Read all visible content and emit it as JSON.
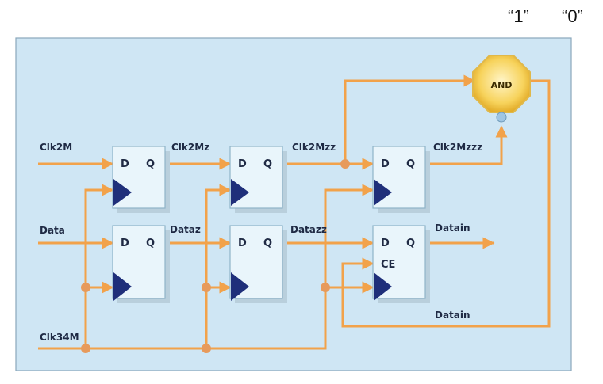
{
  "top_labels": {
    "one": "“1”",
    "zero": "“0”"
  },
  "and_gate": {
    "label": "AND"
  },
  "signals": {
    "clk2m": "Clk2M",
    "clk2mz": "Clk2Mz",
    "clk2mzz": "Clk2Mzz",
    "clk2mzzz": "Clk2Mzzz",
    "data": "Data",
    "dataz": "Dataz",
    "datazz": "Datazz",
    "datain_out": "Datain",
    "datain_feedback": "Datain",
    "clk34m": "Clk34M"
  },
  "flip_flops": [
    {
      "d": "D",
      "q": "Q",
      "ce": ""
    },
    {
      "d": "D",
      "q": "Q",
      "ce": ""
    },
    {
      "d": "D",
      "q": "Q",
      "ce": ""
    },
    {
      "d": "D",
      "q": "Q",
      "ce": ""
    },
    {
      "d": "D",
      "q": "Q",
      "ce": ""
    },
    {
      "d": "D",
      "q": "Q",
      "ce": "CE"
    }
  ],
  "colors": {
    "panel_background": "#cfe6f4",
    "wire": "#f2a24a",
    "clock_triangle": "#1f2f7a",
    "and_gate_fill": "#f7d35c"
  }
}
